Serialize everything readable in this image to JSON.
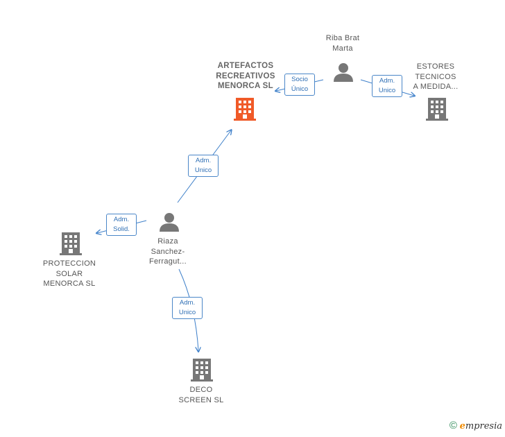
{
  "nodes": {
    "artefactos": {
      "label": "ARTEFACTOS\nRECREATIVOS\nMENORCA  SL",
      "type": "company",
      "color": "#f05a28"
    },
    "estores": {
      "label": "ESTORES\nTECNICOS\nA MEDIDA...",
      "type": "company",
      "color": "#777777"
    },
    "proteccion": {
      "label": "PROTECCION\nSOLAR\nMENORCA  SL",
      "type": "company",
      "color": "#777777"
    },
    "deco": {
      "label": "DECO\nSCREEN  SL",
      "type": "company",
      "color": "#777777"
    },
    "riba": {
      "label": "Riba Brat\nMarta",
      "type": "person",
      "color": "#777777"
    },
    "riaza": {
      "label": "Riaza\nSanchez-\nFerragut...",
      "type": "person",
      "color": "#777777"
    }
  },
  "edges": {
    "riba_artefactos": {
      "label": "Socio\nÚnico"
    },
    "riba_estores": {
      "label": "Adm.\nUnico"
    },
    "riaza_artefactos": {
      "label": "Adm.\nUnico"
    },
    "riaza_proteccion": {
      "label": "Adm.\nSolid."
    },
    "riaza_deco": {
      "label": "Adm.\nUnico"
    }
  },
  "colors": {
    "edge": "#3d7fc9",
    "highlight": "#f05a28",
    "neutral": "#777777"
  },
  "footer": {
    "copyright": "©",
    "brand_initial": "e",
    "brand_rest": "mpresia"
  }
}
